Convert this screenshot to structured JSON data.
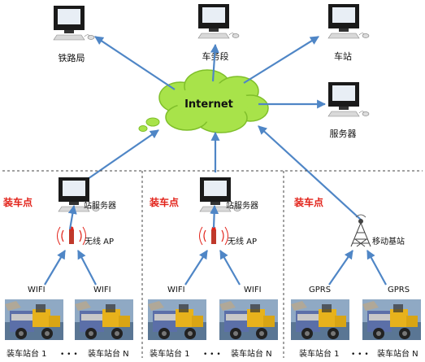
{
  "cloud": {
    "label": "Internet"
  },
  "top_nodes": {
    "railway_bureau": "铁路局",
    "vehicle_section": "车务段",
    "station": "车站",
    "server": "服务器"
  },
  "zones": [
    {
      "title": "装车点",
      "server_label": "站服务器",
      "access_label": "无线 AP",
      "link_left": "WIFI",
      "link_right": "WIFI",
      "terminal_left": "装车站台 1",
      "ellipsis": "• • •",
      "terminal_right": "装车站台 N"
    },
    {
      "title": "装车点",
      "server_label": "站服务器",
      "access_label": "无线 AP",
      "link_left": "WIFI",
      "link_right": "WIFI",
      "terminal_left": "装车站台 1",
      "ellipsis": "• • •",
      "terminal_right": "装车站台 N"
    },
    {
      "title": "装车点",
      "server_label": "",
      "access_label": "移动基站",
      "link_left": "GPRS",
      "link_right": "GPRS",
      "terminal_left": "装车站台 1",
      "ellipsis": "• • •",
      "terminal_right": "装车站台 N"
    }
  ],
  "colors": {
    "arrow": "#4f86c6",
    "cloud_fill": "#a8e34a",
    "cloud_stroke": "#7fbf2a",
    "accent_red": "#e2231a",
    "dashed": "#444444"
  }
}
